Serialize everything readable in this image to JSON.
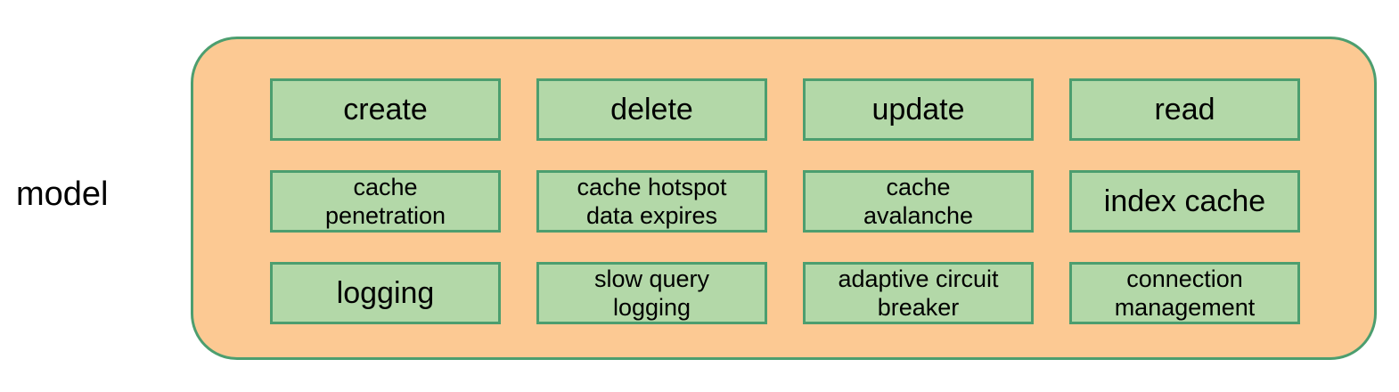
{
  "diagram": {
    "group_label": "model",
    "colors": {
      "container_fill": "#fcc993",
      "container_border": "#4c9e6f",
      "box_fill": "#b3d8a8",
      "box_border": "#4c9e6f",
      "text": "#000000",
      "background": "#ffffff"
    },
    "grid": {
      "columns": 4,
      "rows": 3,
      "cells": [
        {
          "label": "create",
          "lines": 1
        },
        {
          "label": "delete",
          "lines": 1
        },
        {
          "label": "update",
          "lines": 1
        },
        {
          "label": "read",
          "lines": 1
        },
        {
          "label": "cache\npenetration",
          "lines": 2
        },
        {
          "label": "cache hotspot\ndata expires",
          "lines": 2
        },
        {
          "label": "cache\navalanche",
          "lines": 2
        },
        {
          "label": "index cache",
          "lines": 1
        },
        {
          "label": "logging",
          "lines": 1
        },
        {
          "label": "slow query\nlogging",
          "lines": 2
        },
        {
          "label": "adaptive circuit\nbreaker",
          "lines": 2
        },
        {
          "label": "connection\nmanagement",
          "lines": 2
        }
      ]
    }
  }
}
